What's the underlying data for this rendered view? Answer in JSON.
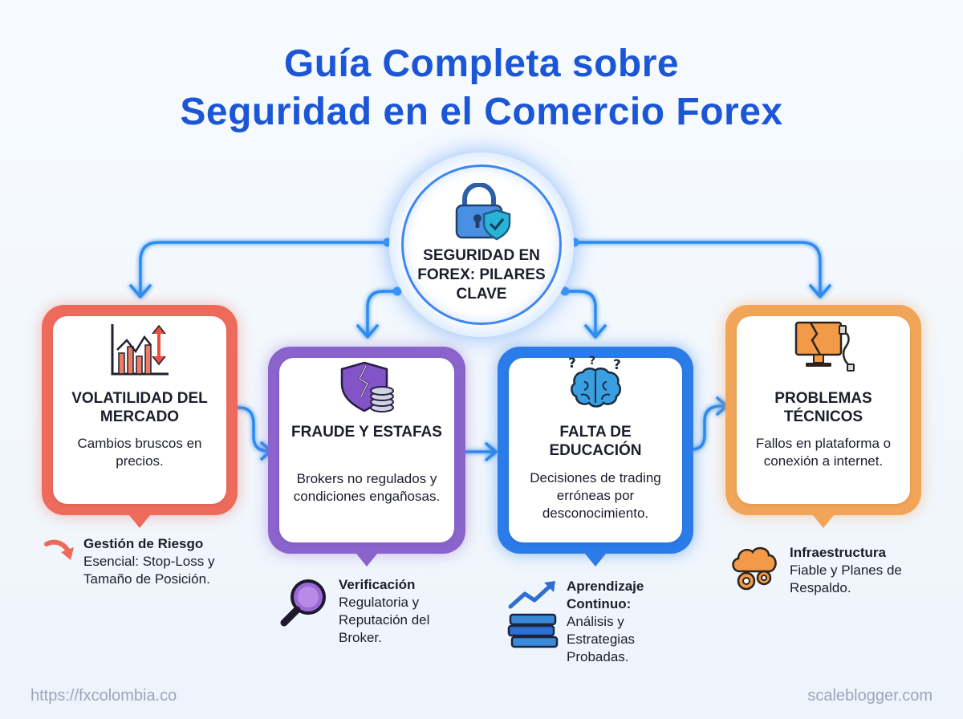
{
  "title": {
    "line1": "Guía Completa sobre",
    "line2": "Seguridad en el Comercio Forex"
  },
  "center": {
    "label": "SEGURIDAD EN FOREX: PILARES CLAVE",
    "icon": "padlock-shield-icon"
  },
  "cards": [
    {
      "id": "volatility",
      "title": "VOLATILIDAD DEL MERCADO",
      "description": "Cambios bruscos en precios.",
      "icon": "volatile-chart-icon",
      "color": "#ee6b5c",
      "note_title": "Gestión de Riesgo",
      "note_body": "Esencial: Stop-Loss y Tamaño de Posición.",
      "note_icon": "curved-arrow-icon"
    },
    {
      "id": "fraud",
      "title": "FRAUDE Y ESTAFAS",
      "description": "Brokers no regulados y condiciones engañosas.",
      "icon": "broken-shield-coins-icon",
      "color": "#8b63cc",
      "note_title": "Verificación",
      "note_body": "Regulatoria y Reputación del Broker.",
      "note_icon": "magnifier-icon"
    },
    {
      "id": "education",
      "title": "FALTA DE EDUCACIÓN",
      "description": "Decisiones de trading erróneas por desconocimiento.",
      "icon": "brain-question-icon",
      "color": "#2b7be8",
      "note_title": "Aprendizaje Continuo:",
      "note_body": "Análisis y Estrategias Probadas.",
      "note_icon": "trend-books-icon"
    },
    {
      "id": "technical",
      "title": "PROBLEMAS TÉCNICOS",
      "description": "Fallos en plataforma o conexión a internet.",
      "icon": "broken-monitor-cable-icon",
      "color": "#f2a558",
      "note_title": "Infraestructura",
      "note_body": "Fiable y Planes de Respaldo.",
      "note_icon": "cloud-gears-icon"
    }
  ],
  "footer": {
    "left": "https://fxcolombia.co",
    "right": "scaleblogger.com"
  },
  "colors": {
    "title": "#1b56d6",
    "connector": "#2f8bf0",
    "text": "#1b1e2b",
    "footer": "#9aa6bd"
  }
}
